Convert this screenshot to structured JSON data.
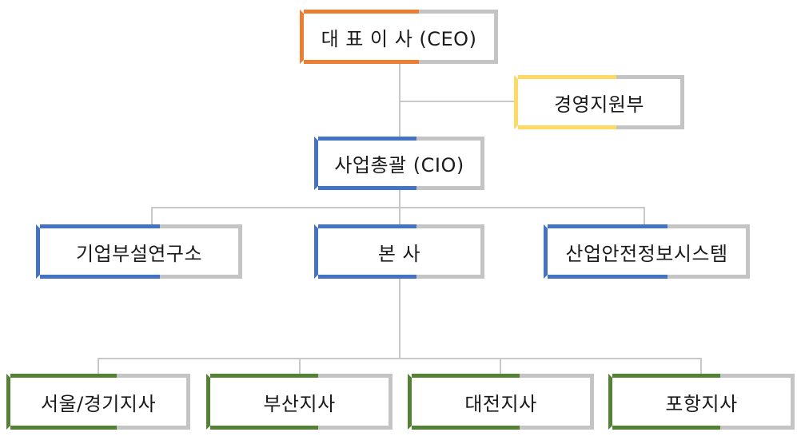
{
  "colors": {
    "orange": "#ed7d31",
    "yellow": "#ffd966",
    "blue": "#4472c4",
    "green": "#548235",
    "gray": "#c4c4c4",
    "connector": "#c8c8c8"
  },
  "nodes": {
    "ceo": {
      "label": "대 표 이 사 (CEO)",
      "accent": "orange"
    },
    "management_support": {
      "label": "경영지원부",
      "accent": "yellow"
    },
    "cio": {
      "label": "사업총괄 (CIO)",
      "accent": "blue"
    },
    "research_lab": {
      "label": "기업부설연구소",
      "accent": "blue"
    },
    "headquarters": {
      "label": "본 사",
      "accent": "blue"
    },
    "safety_system": {
      "label": "산업안전정보시스템",
      "accent": "blue"
    },
    "seoul_branch": {
      "label": "서울/경기지사",
      "accent": "green"
    },
    "busan_branch": {
      "label": "부산지사",
      "accent": "green"
    },
    "daejeon_branch": {
      "label": "대전지사",
      "accent": "green"
    },
    "pohang_branch": {
      "label": "포항지사",
      "accent": "green"
    }
  }
}
